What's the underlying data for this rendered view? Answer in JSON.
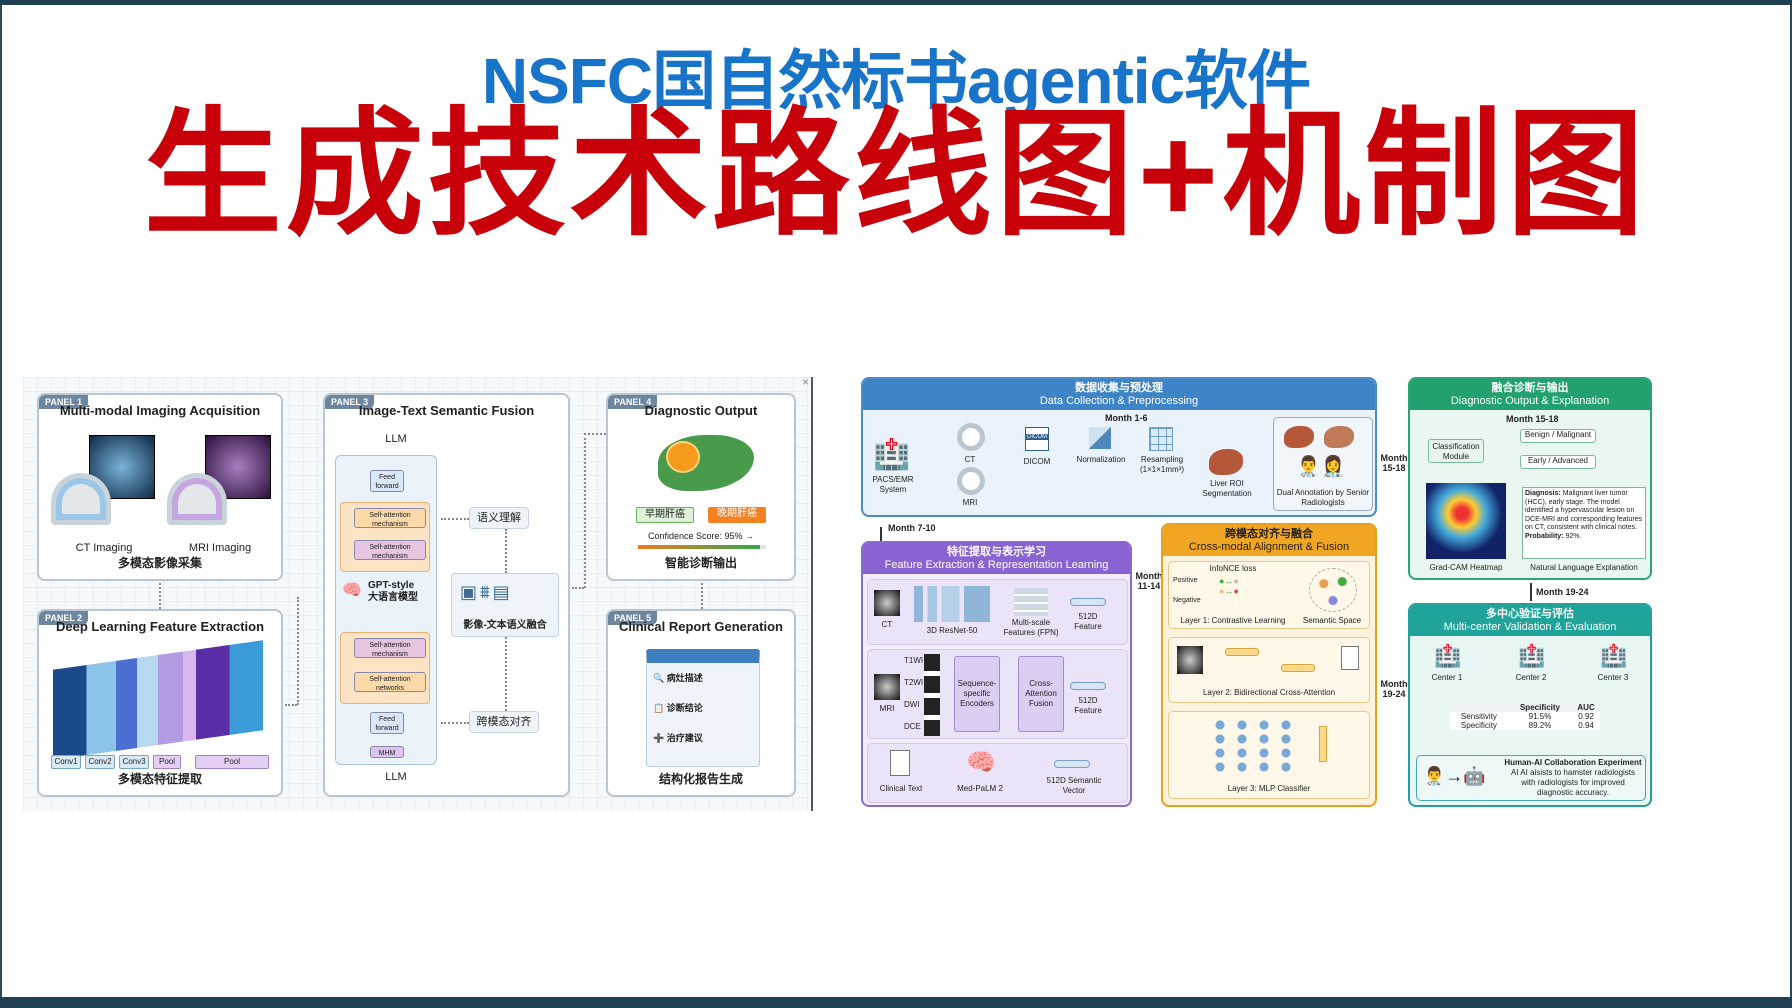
{
  "header": {
    "subtitle": "NSFC国自然标书agentic软件",
    "title": "生成技术路线图+机制图"
  },
  "left_figure": {
    "close": "×",
    "panel1": {
      "tag": "PANEL 1",
      "title": "Multi-modal Imaging Acquisition",
      "ct": "CT Imaging",
      "mri": "MRI Imaging",
      "caption": "多模态影像采集"
    },
    "panel2": {
      "tag": "PANEL 2",
      "title": "Deep Learning Feature Extraction",
      "layers": [
        "Conv1",
        "Conv2",
        "Conv3",
        "Pool",
        "Pool"
      ],
      "caption": "多模态特征提取"
    },
    "panel3": {
      "tag": "PANEL 3",
      "title": "Image-Text Semantic Fusion",
      "llm_top": "LLM",
      "llm_bottom": "LLM",
      "feed_forward": "Feed forward",
      "sa1": "Self-attention mechanism",
      "sa2": "Self-attention mechanism",
      "sa3": "Self-attention mechanism",
      "sa4": "Self-attention networks",
      "mhm": "MHM",
      "gpt": "GPT-style",
      "gpt_cn": "大语言模型",
      "semantic": "语义理解",
      "align": "跨模态对齐",
      "fusion": "影像-文本语义融合"
    },
    "panel4": {
      "tag": "PANEL 4",
      "title": "Diagnostic Output",
      "early": "早期肝癌",
      "late": "晚期肝癌",
      "confidence": "Confidence Score: 95% →",
      "confidence_value": 0.95,
      "caption": "智能诊断输出"
    },
    "panel5": {
      "tag": "PANEL 5",
      "title": "Clinical Report Generation",
      "items": [
        "病灶描述",
        "诊断结论",
        "治疗建议"
      ],
      "caption": "结构化报告生成"
    }
  },
  "right_figure": {
    "data": {
      "title_cn": "数据收集与预处理",
      "title_en": "Data Collection & Preprocessing",
      "month": "Month 1-6",
      "pacs": "PACS/EMR System",
      "ct": "CT",
      "mri": "MRI",
      "dicom": "DICOM",
      "normalization": "Normalization",
      "resampling": "Resampling (1×1×1mm³)",
      "roi": "Liver ROI Segmentation",
      "annotation": "Dual Annotation by Senior Radiologists"
    },
    "feature": {
      "title_cn": "特征提取与表示学习",
      "title_en": "Feature Extraction & Representation Learning",
      "month": "Month 7-10",
      "ct": "CT",
      "resnet": "3D ResNet-50",
      "fpn": "Multi-scale Features (FPN)",
      "feat1": "512D Feature",
      "mri": "MRI",
      "seqs": [
        "T1WI",
        "T2WI",
        "DWI",
        "DCE"
      ],
      "encoders": "Sequence-specific Encoders",
      "caf": "Cross-Attention Fusion",
      "feat2": "512D Feature",
      "text": "Clinical Text",
      "medpalm": "Med-PaLM 2",
      "vec": "512D Semantic Vector"
    },
    "align": {
      "title_cn": "跨模态对齐与融合",
      "title_en": "Cross-modal Alignment & Fusion",
      "month": "Month 11-14",
      "infonce": "InfoNCE loss",
      "positive": "Positive",
      "negative": "Negative",
      "layer1": "Layer 1: Contrastive Learning",
      "space": "Semantic Space",
      "layer2": "Layer 2: Bidirectional Cross-Attention",
      "layer3": "Layer 3: MLP Classifier"
    },
    "output": {
      "title_cn": "融合诊断与输出",
      "title_en": "Diagnostic Output & Explanation",
      "month": "Month 15-18",
      "month_side": "Month 15-18",
      "cls": "Classification Module",
      "benign": "Benign / Malignant",
      "early": "Early / Advanced",
      "heatmap": "Grad-CAM Heatmap",
      "dx_label": "Diagnosis:",
      "dx_text": "Malignant liver tumor (HCC), early stage. The model identified a hypervascular lesion on DCE-MRI and corresponding features on CT, consistent with clinical notes.",
      "prob_label": "Probability:",
      "prob": "92%.",
      "nle": "Natural Language Explanation"
    },
    "validation": {
      "title_cn": "多中心验证与评估",
      "title_en": "Multi-center Validation & Evaluation",
      "month": "Month 19-24",
      "month_side": "Month 19-24",
      "centers": [
        "Center 1",
        "Center 2",
        "Center 3"
      ],
      "table": {
        "headers": [
          "",
          "Specificity",
          "AUC"
        ],
        "rows": [
          [
            "Sensitivity",
            "91.5%",
            "0.92"
          ],
          [
            "Specificity",
            "89.2%",
            "0.94"
          ]
        ]
      },
      "exp_title": "Human-AI Collaboration Experiment",
      "exp_text": "AI AI aisists to hamster radiologists with radiologists for improved diagnostic accuracy."
    }
  }
}
